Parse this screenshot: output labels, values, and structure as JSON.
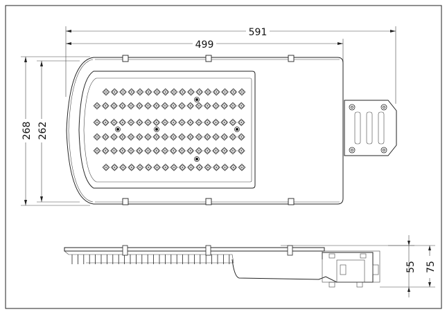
{
  "drawing": {
    "top_view": {
      "overall_length": "591",
      "housing_length": "499",
      "overall_width": "268",
      "housing_width": "262",
      "led_rows": [
        17,
        18,
        18,
        18,
        18,
        17
      ]
    },
    "side_view": {
      "body_height": "55",
      "overall_height": "75"
    }
  }
}
